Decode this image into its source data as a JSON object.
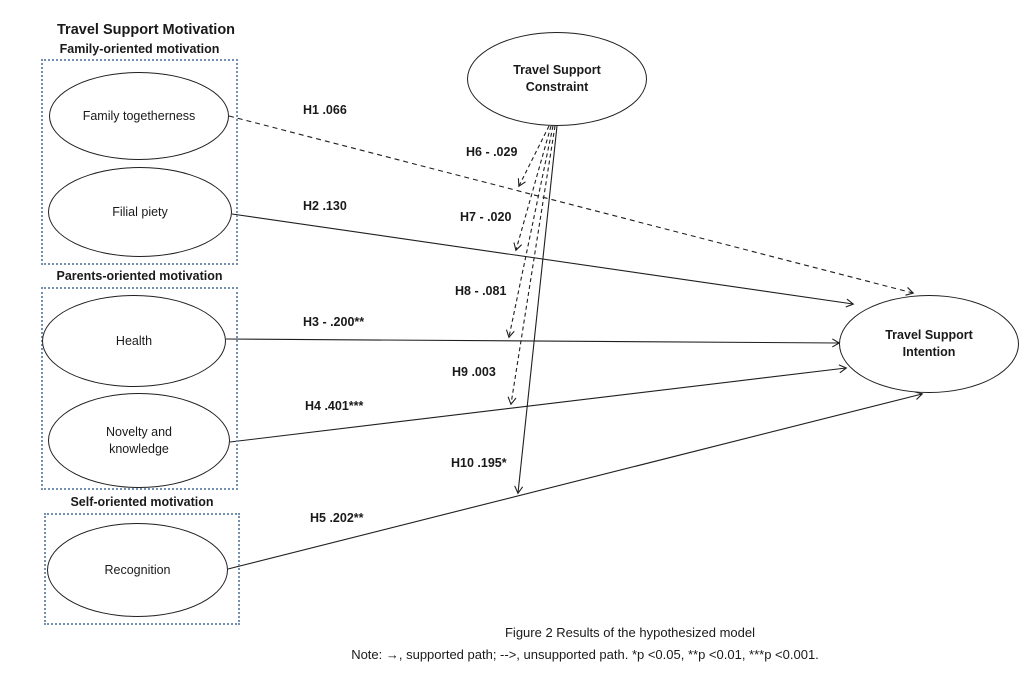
{
  "diagram": {
    "title": "Travel Support Motivation",
    "groups": [
      {
        "label": "Family-oriented motivation",
        "constructs": [
          {
            "name": "Family togetherness"
          },
          {
            "name": "Filial piety"
          }
        ]
      },
      {
        "label": "Parents-oriented motivation",
        "constructs": [
          {
            "name": "Health"
          },
          {
            "name": "Novelty and knowledge"
          }
        ]
      },
      {
        "label": "Self-oriented motivation",
        "constructs": [
          {
            "name": "Recognition"
          }
        ]
      }
    ],
    "moderator": {
      "name": "Travel Support Constraint"
    },
    "outcome": {
      "name": "Travel Support Intention"
    },
    "paths": [
      {
        "id": "H1",
        "label": "H1 .066",
        "from": "Family togetherness",
        "to": "Travel Support Intention",
        "estimate": 0.066,
        "significance": "",
        "supported": false
      },
      {
        "id": "H2",
        "label": "H2 .130",
        "from": "Filial piety",
        "to": "Travel Support Intention",
        "estimate": 0.13,
        "significance": "",
        "supported": true
      },
      {
        "id": "H3",
        "label": "H3 - .200**",
        "from": "Health",
        "to": "Travel Support Intention",
        "estimate": -0.2,
        "significance": "**",
        "supported": true
      },
      {
        "id": "H4",
        "label": "H4 .401***",
        "from": "Novelty and knowledge",
        "to": "Travel Support Intention",
        "estimate": 0.401,
        "significance": "***",
        "supported": true
      },
      {
        "id": "H5",
        "label": "H5 .202**",
        "from": "Recognition",
        "to": "Travel Support Intention",
        "estimate": 0.202,
        "significance": "**",
        "supported": true
      },
      {
        "id": "H6",
        "label": "H6 - .029",
        "from": "Travel Support Constraint",
        "to": "H1 path",
        "estimate": -0.029,
        "significance": "",
        "supported": false
      },
      {
        "id": "H7",
        "label": "H7 - .020",
        "from": "Travel Support Constraint",
        "to": "H2 path",
        "estimate": -0.02,
        "significance": "",
        "supported": false
      },
      {
        "id": "H8",
        "label": "H8 - .081",
        "from": "Travel Support Constraint",
        "to": "H3 path",
        "estimate": -0.081,
        "significance": "",
        "supported": false
      },
      {
        "id": "H9",
        "label": "H9 .003",
        "from": "Travel Support Constraint",
        "to": "H4 path",
        "estimate": 0.003,
        "significance": "",
        "supported": false
      },
      {
        "id": "H10",
        "label": "H10 .195*",
        "from": "Travel Support Constraint",
        "to": "H5 path",
        "estimate": 0.195,
        "significance": "*",
        "supported": true
      }
    ],
    "caption": "Figure 2 Results of the hypothesized model",
    "note": "Note: →, supported path;  -->, unsupported path. *p <0.05, **p <0.01, ***p <0.001.",
    "colors": {
      "line": "#1f1f1f",
      "group_box_border": "#7490b0",
      "text": "#1a1a1a"
    }
  }
}
